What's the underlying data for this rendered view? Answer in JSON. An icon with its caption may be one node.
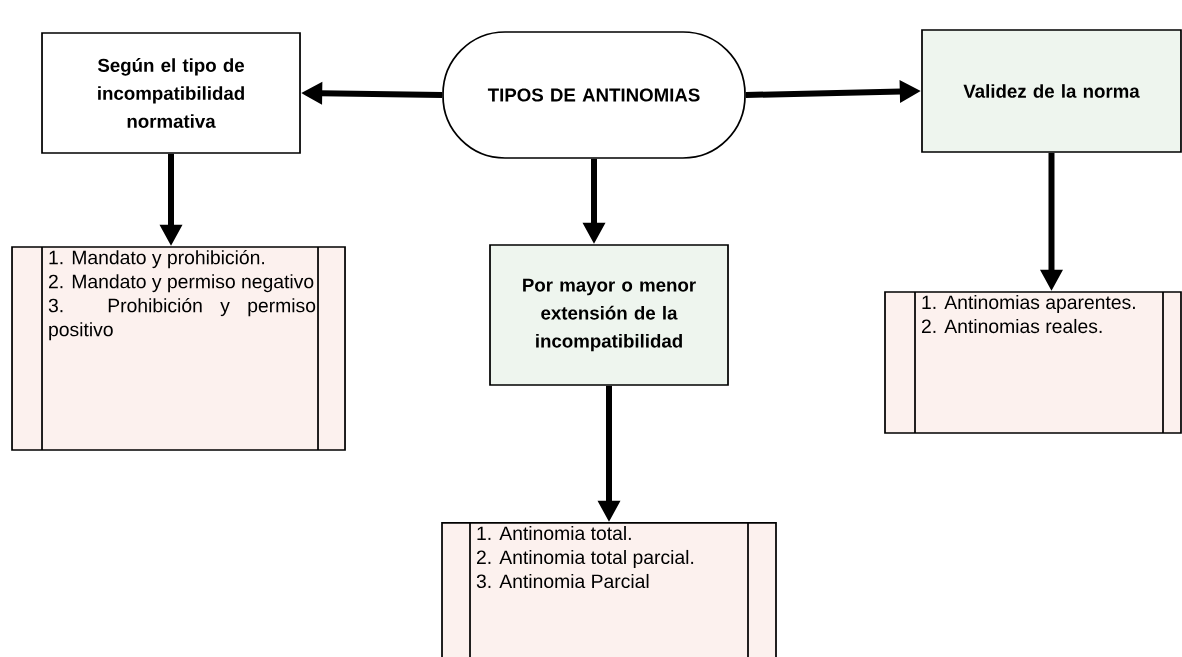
{
  "diagram": {
    "nodes": [
      {
        "text": [
          "TIPOS DE ANTINOMIAS"
        ]
      },
      {
        "text": [
          "Según el tipo de incompatibilidad normativa"
        ]
      },
      {
        "text": [
          "Validez de la norma"
        ]
      },
      {
        "text": [
          "Por mayor o menor extensión de la incompatibilidad"
        ]
      },
      {
        "text": [
          "1. Mandato y prohibición.",
          "2. Mandato y permiso negativo",
          "3. Prohibición y permiso positivo"
        ]
      },
      {
        "text": [
          "1. Antinomias aparentes.",
          "2. Antinomias reales."
        ]
      },
      {
        "text": [
          "1. Antinomia total.",
          "2. Antinomia total parcial.",
          "3. Antinomia Parcial"
        ]
      }
    ],
    "edges": [
      {
        "from": 0,
        "to": 1,
        "arrow": "to"
      },
      {
        "from": 0,
        "to": 2,
        "arrow": "to"
      },
      {
        "from": 0,
        "to": 3,
        "arrow": "to"
      },
      {
        "from": 1,
        "to": 4,
        "arrow": "to"
      },
      {
        "from": 2,
        "to": 5,
        "arrow": "to"
      },
      {
        "from": 3,
        "to": 6,
        "arrow": "to"
      }
    ]
  }
}
